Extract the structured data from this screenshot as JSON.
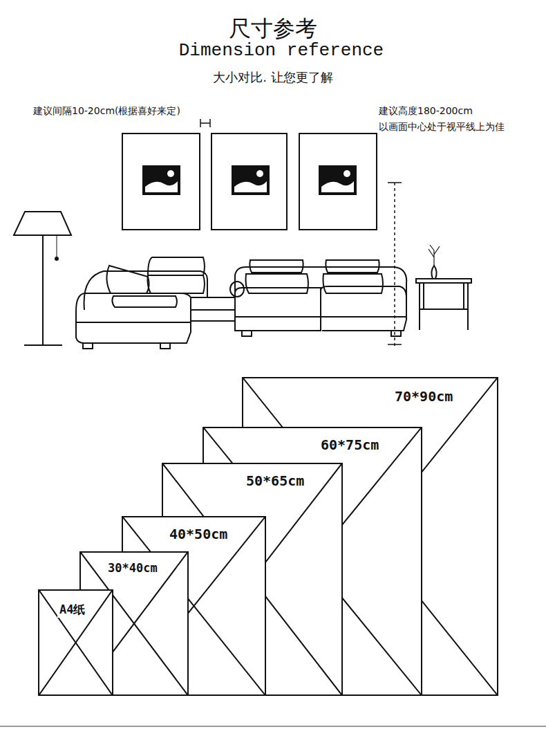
{
  "diagram": {
    "title": "尺寸参考",
    "nodes": [
      {
        "text": [
          "70*90cm"
        ]
      },
      {
        "text": [
          "60*75cm"
        ]
      },
      {
        "text": [
          "50*65cm"
        ]
      },
      {
        "text": [
          "40*50cm"
        ]
      },
      {
        "text": [
          "30*40cm"
        ]
      },
      {
        "text": [
          "A4纸"
        ]
      }
    ],
    "labels": [
      "Dimension reference",
      "大小对比. 让您更了解",
      "建议间隔10-20cm(根据喜好来定)",
      "建议高度180-200cm",
      "以画面中心处于视平线上为佳"
    ]
  }
}
